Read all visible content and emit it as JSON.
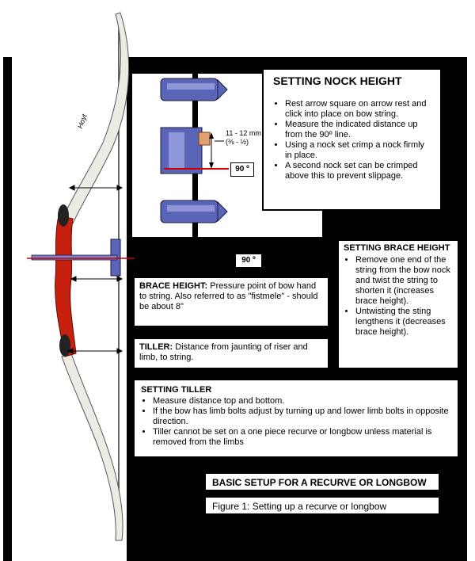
{
  "nock": {
    "title": "SETTING NOCK HEIGHT",
    "items": [
      "Rest arrow square on arrow rest and click into place on bow string.",
      "Measure the indicated distance up from the 90º line.",
      "Using a nock set crimp a nock firmly in place.",
      "A second nock set can be crimped above this to prevent slippage."
    ]
  },
  "inset": {
    "measure": "11 - 12 mm",
    "measure_in": "(⅜ - ½)",
    "angle": "90 º"
  },
  "main_angle": "90 º",
  "bow_logo": "Hoyt",
  "brace_setting": {
    "title": "SETTING BRACE HEIGHT",
    "items": [
      "Remove one end of the string from the bow nock and twist the string to shorten it (increases brace height).",
      "Untwisting the sting lengthens it (decreases brace height)."
    ]
  },
  "brace_height": {
    "label": "BRACE HEIGHT:",
    "text": "Pressure point of bow hand to string. Also referred to as \"fistmele\" - should be about 8\""
  },
  "tiller": {
    "label": "TILLER:",
    "text": "Distance from jaunting of riser and limb, to string."
  },
  "tiller_setting": {
    "title": "SETTING TILLER",
    "items": [
      "Measure distance top and bottom.",
      "If the bow has limb bolts adjust by turning up and lower limb bolts in opposite direction.",
      "Tiller cannot be set on a one piece recurve or longbow unless material is removed from the limbs"
    ]
  },
  "banner": "BASIC SETUP FOR A RECURVE OR LONGBOW",
  "caption": "Figure 1: Setting up a recurve or longbow",
  "colors": {
    "riser": "#c8200e",
    "string_blue": "#5b65b8",
    "arrow_line": "#cc0000",
    "panel": "#000000",
    "limb": "#ecebe4"
  }
}
